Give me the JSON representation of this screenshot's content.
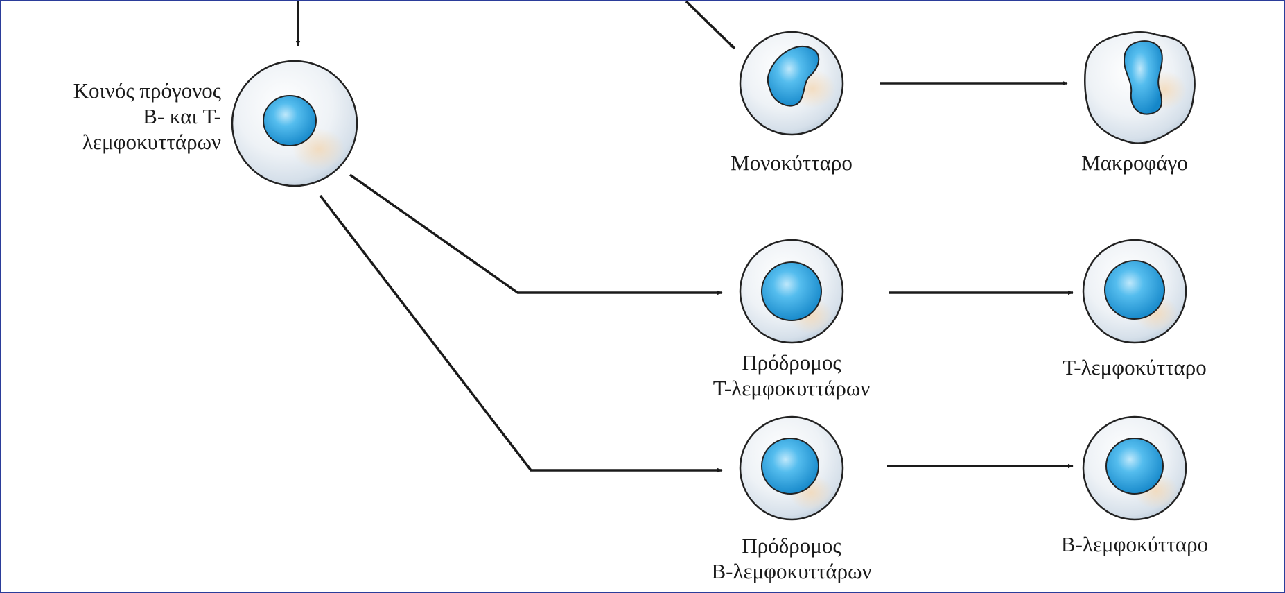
{
  "labels": {
    "common_progenitor": [
      "Κοινός πρόγονος",
      "B- και T-",
      "λεμφοκυττάρων"
    ],
    "monocyte": "Μονοκύτταρο",
    "macrophage": "Μακροφάγο",
    "t_precursor": [
      "Πρόδρομος",
      "T-λεμφοκυττάρων"
    ],
    "t_lymphocyte": "T-λεμφοκύτταρο",
    "b_precursor": [
      "Πρόδρομος",
      "B-λεμφοκυττάρων"
    ],
    "b_lymphocyte": "B-λεμφοκύτταρο"
  },
  "colors": {
    "frame": "#2b3d9a",
    "cell_fill": "#dce6ef",
    "nucleus": "#2fa6e0",
    "arrow": "#1a1a1a"
  }
}
